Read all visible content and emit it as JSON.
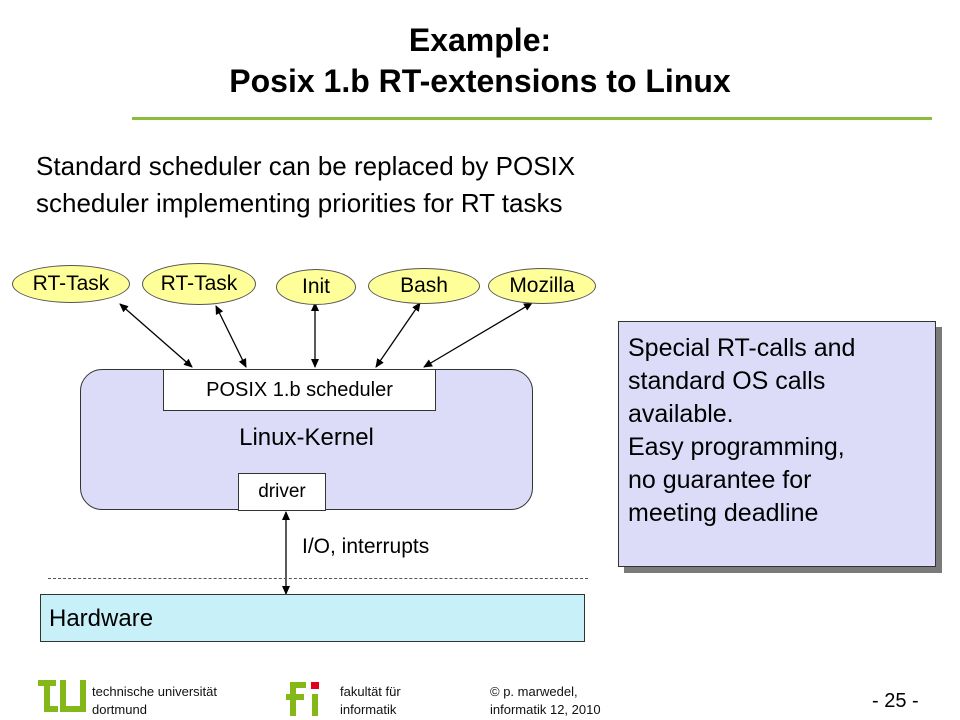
{
  "title": {
    "line1": "Example:",
    "line2": "Posix 1.b RT-extensions to Linux"
  },
  "intro": {
    "line1": "Standard scheduler can be replaced by POSIX",
    "line2": "scheduler implementing priorities for RT tasks"
  },
  "processes": [
    "RT-Task",
    "RT-Task",
    "Init",
    "Bash",
    "Mozilla"
  ],
  "kernel": {
    "scheduler_label": "POSIX 1.b scheduler",
    "label": "Linux-Kernel",
    "driver_label": "driver"
  },
  "io_label": "I/O, interrupts",
  "hardware_label": "Hardware",
  "note": [
    "Special RT-calls and",
    "standard OS calls",
    "available.",
    "Easy programming,",
    "no guarantee for",
    "meeting deadline"
  ],
  "footer": {
    "uni_line1": "technische universität",
    "uni_line2": "dortmund",
    "fac_line1": "fakultät für",
    "fac_line2": "informatik",
    "copy_line1": "© p. marwedel,",
    "copy_line2": "informatik 12,  2010",
    "page": "- 25 -"
  },
  "colors": {
    "accent_green": "#8bbd3c",
    "process_fill": "#ffff99",
    "kernel_fill": "#dcdcf8",
    "hardware_fill": "#c8f0f8"
  }
}
